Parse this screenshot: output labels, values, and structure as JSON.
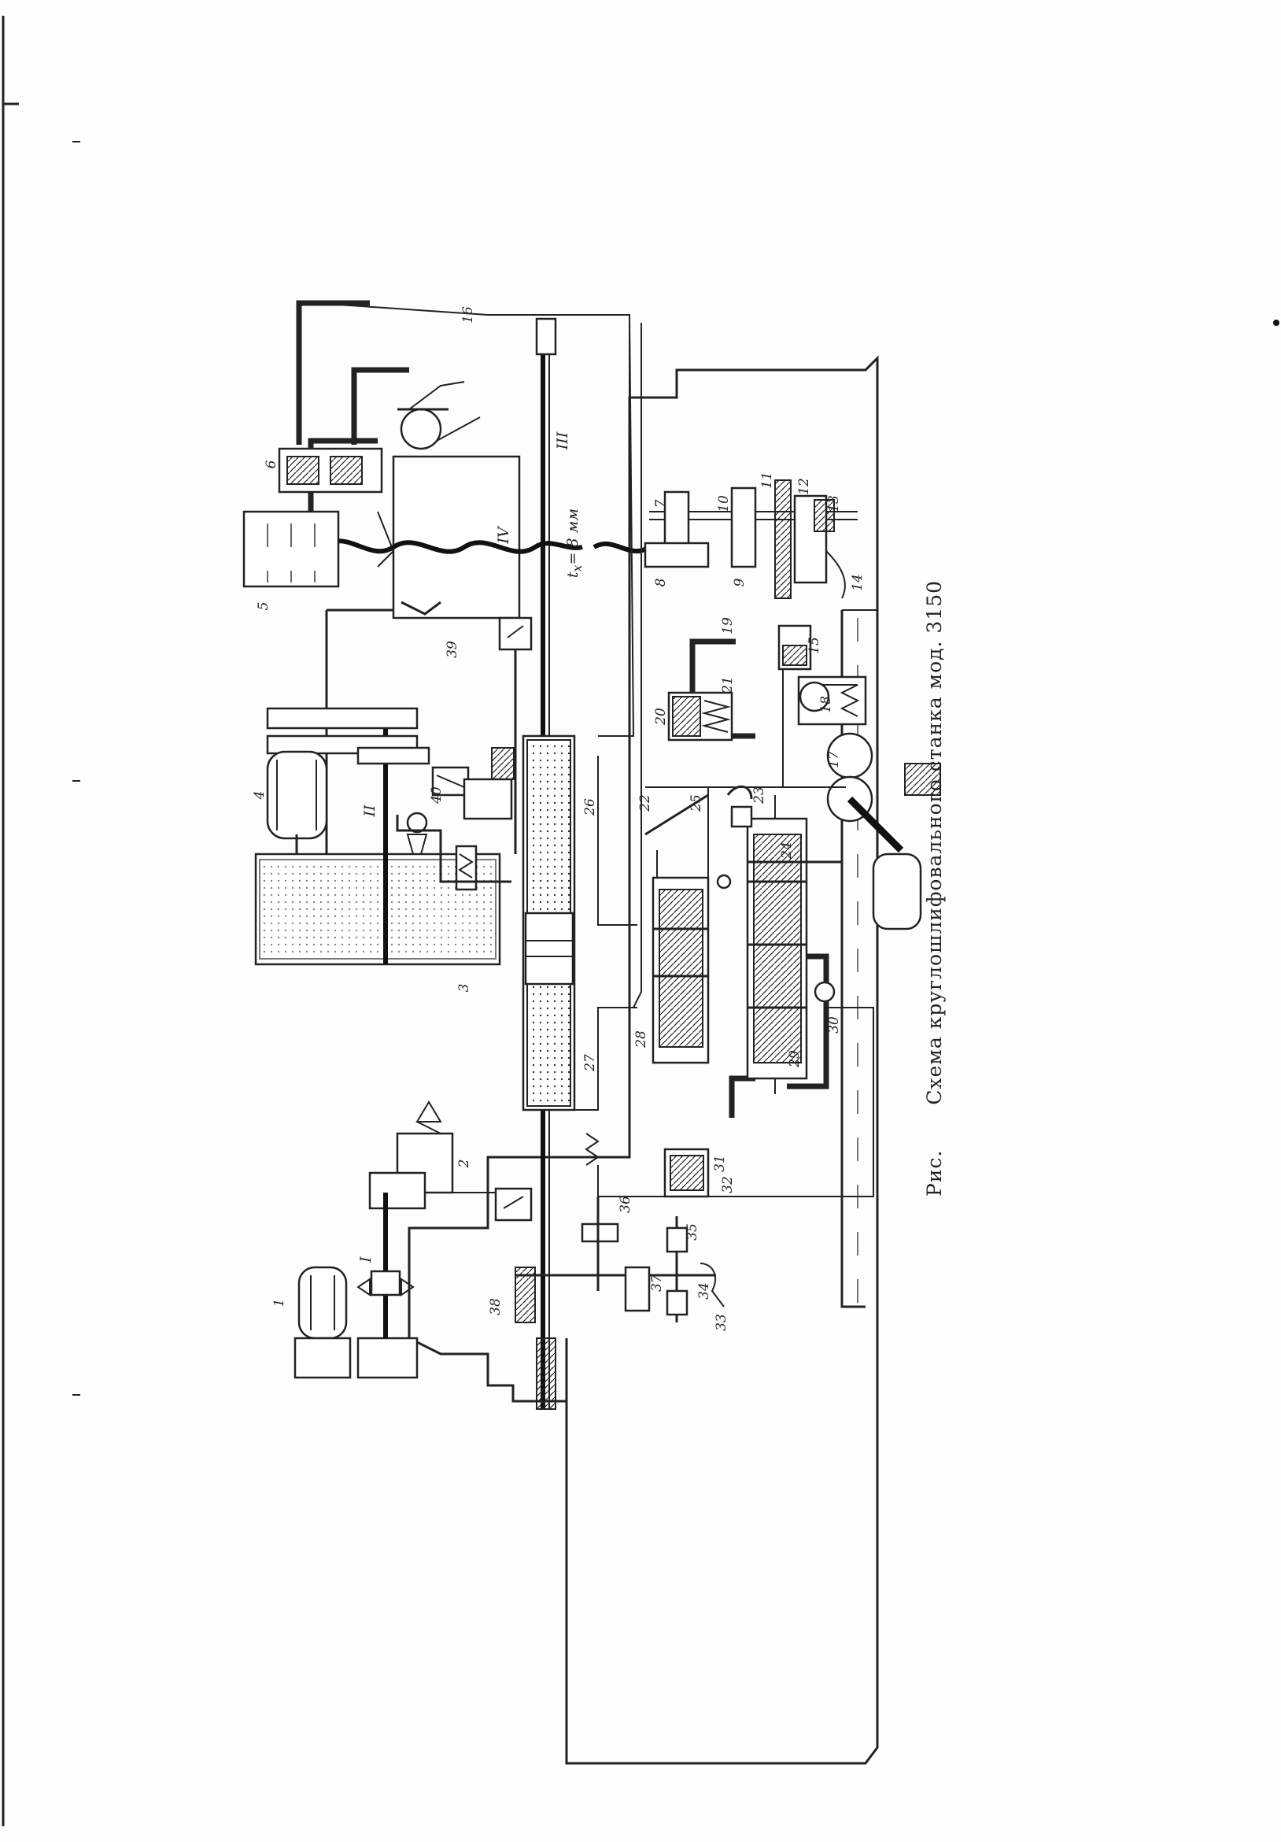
{
  "caption": {
    "prefix": "Рис.",
    "text": "Схема круглошлифовального станка мод. 3150"
  },
  "annotation": {
    "pitch": "t",
    "pitch_sub": "x",
    "pitch_value": "= 8 мм"
  },
  "shafts": [
    "I",
    "II",
    "III",
    "IV"
  ],
  "parts": [
    "1",
    "2",
    "3",
    "4",
    "5",
    "6",
    "7",
    "8",
    "9",
    "10",
    "11",
    "12",
    "13",
    "14",
    "15",
    "16",
    "17",
    "18",
    "19",
    "20",
    "21",
    "22",
    "23",
    "24",
    "25",
    "26",
    "27",
    "28",
    "29",
    "30",
    "31",
    "32",
    "33",
    "34",
    "35",
    "36",
    "37",
    "38",
    "39",
    "40"
  ]
}
